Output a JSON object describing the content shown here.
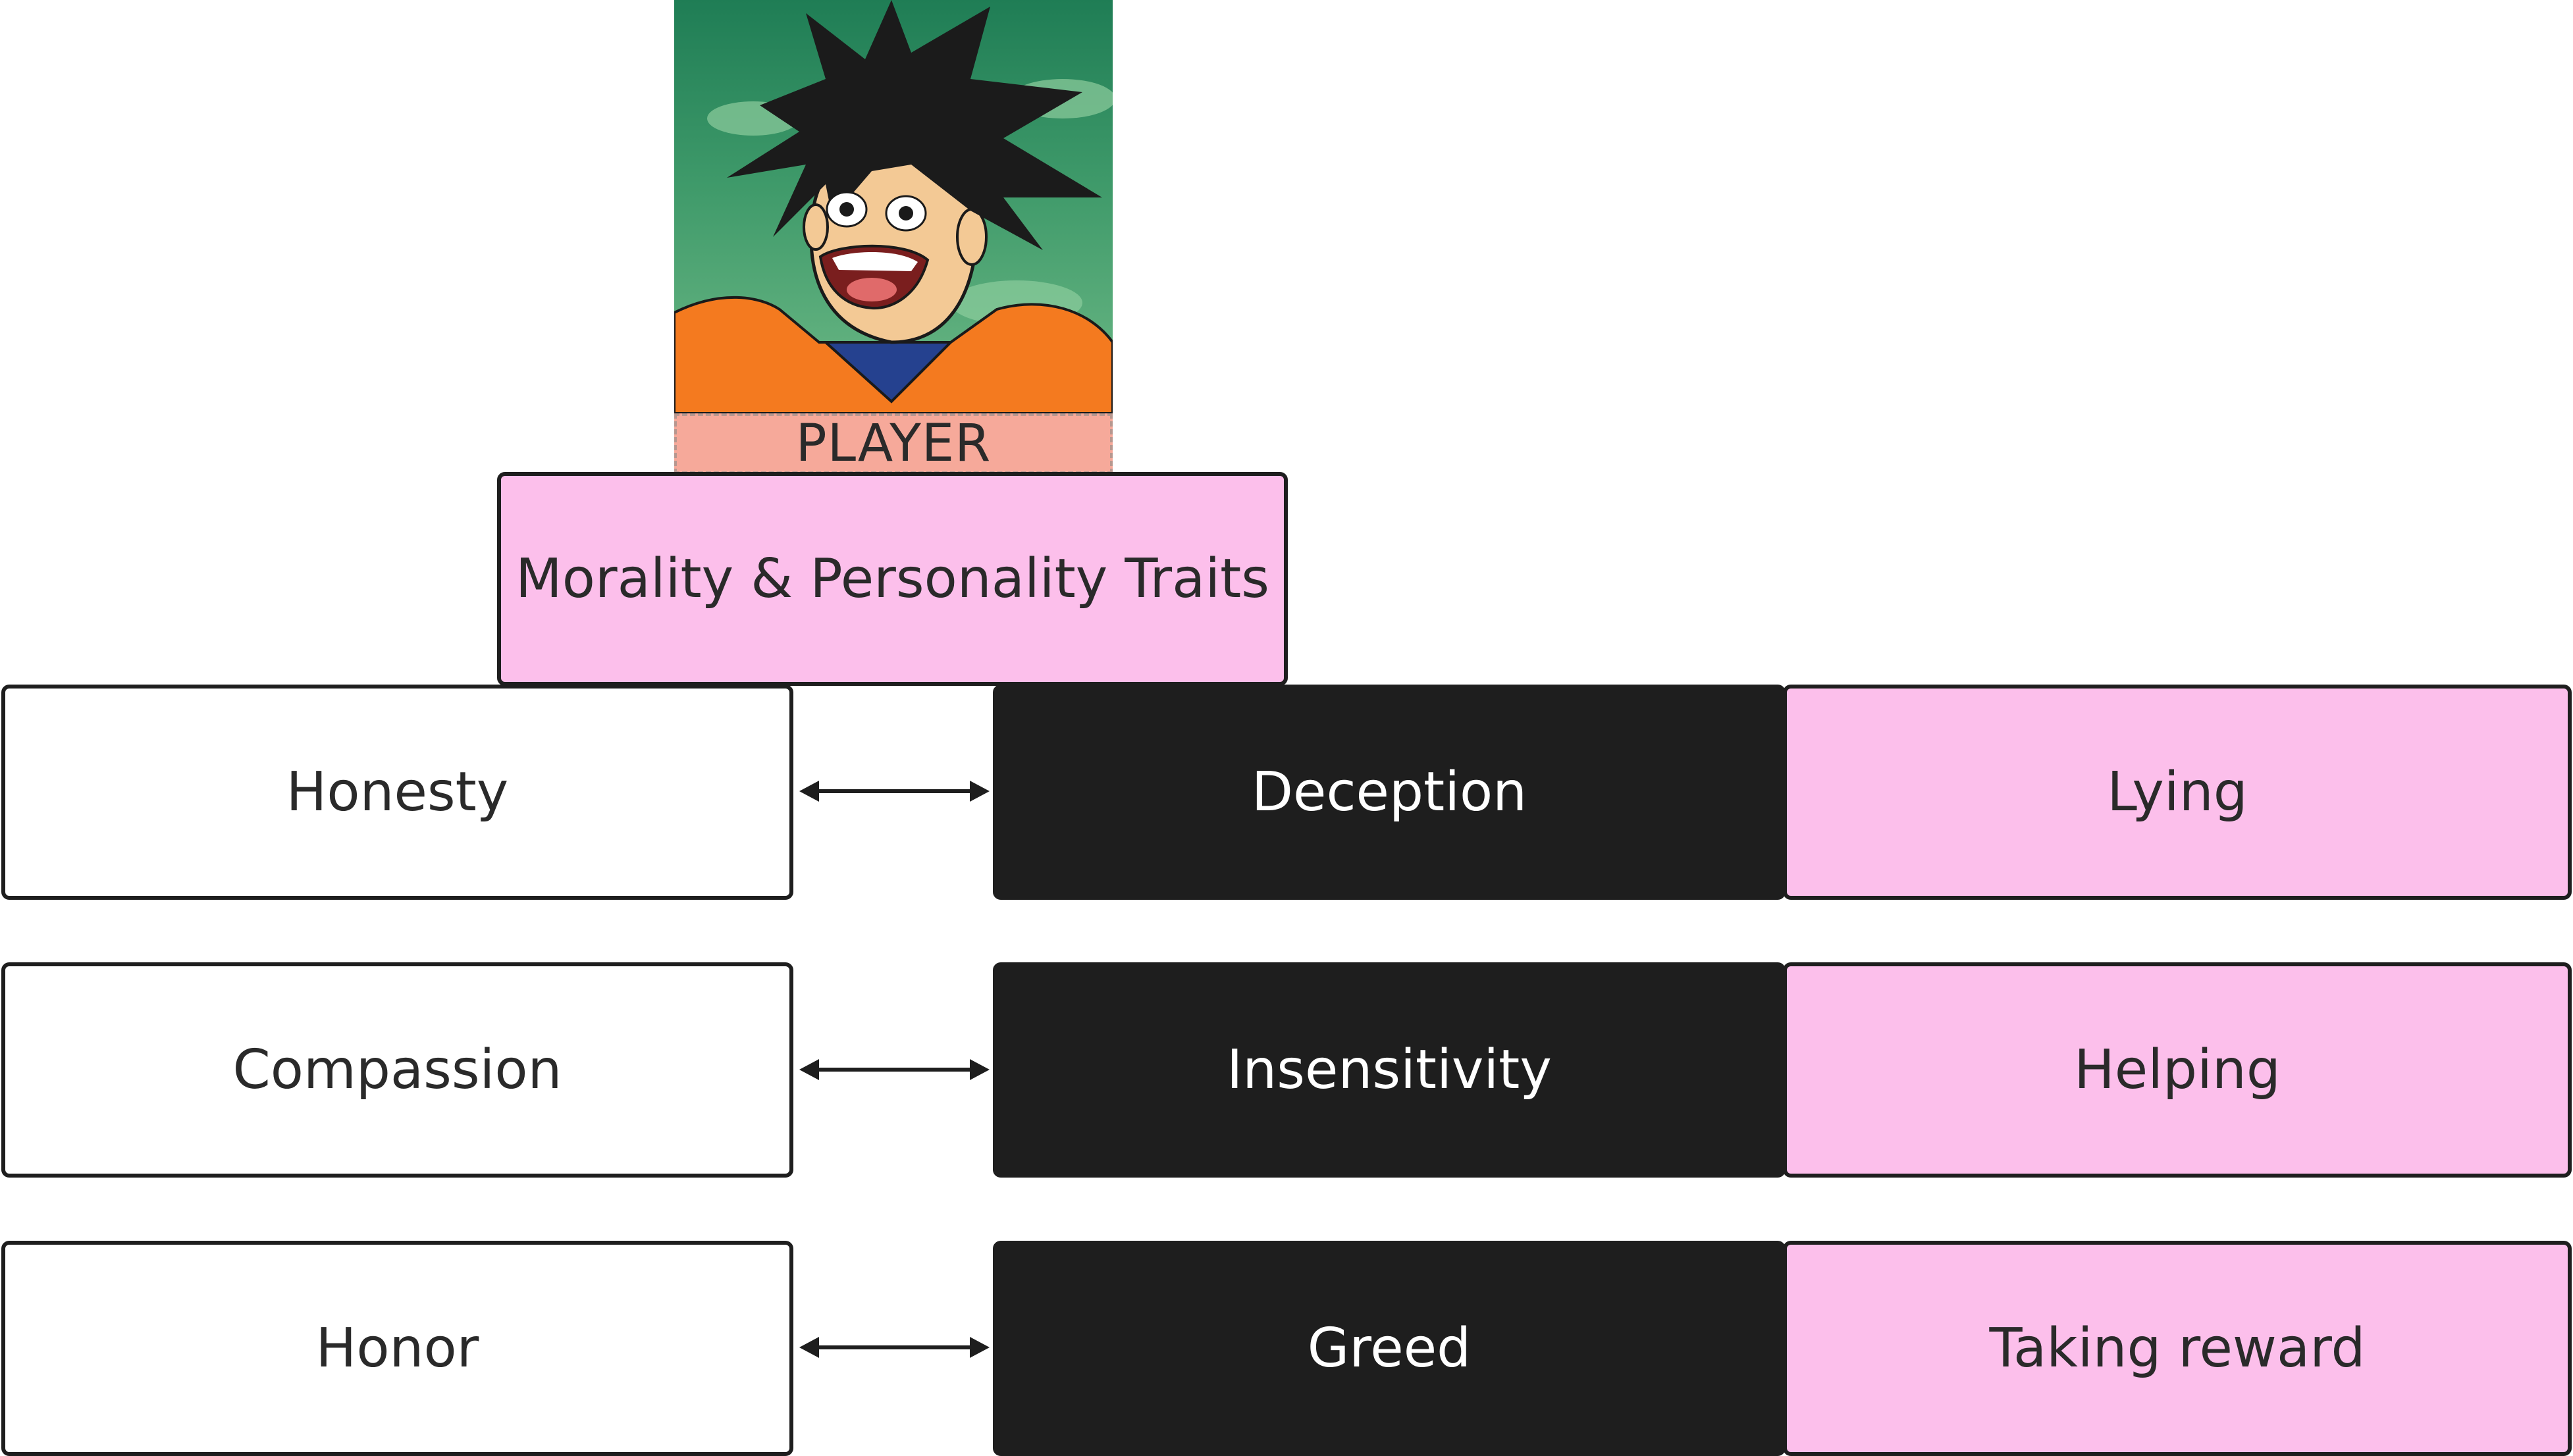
{
  "player": {
    "label": "PLAYER",
    "image_icon": "cartoon-character-portrait"
  },
  "header": {
    "title": "Morality & Personality Traits"
  },
  "rows": [
    {
      "virtue": "Honesty",
      "vice": "Deception",
      "action": "Lying"
    },
    {
      "virtue": "Compassion",
      "vice": "Insensitivity",
      "action": "Helping"
    },
    {
      "virtue": "Honor",
      "vice": "Greed",
      "action": "Taking reward"
    }
  ],
  "colors": {
    "pink": "#fcbfeb",
    "dark": "#1e1e1e",
    "white": "#ffffff",
    "player_tag": "#f6a99a",
    "portrait_background": "#3f9a6a",
    "orange_gi": "#f47a1f"
  }
}
